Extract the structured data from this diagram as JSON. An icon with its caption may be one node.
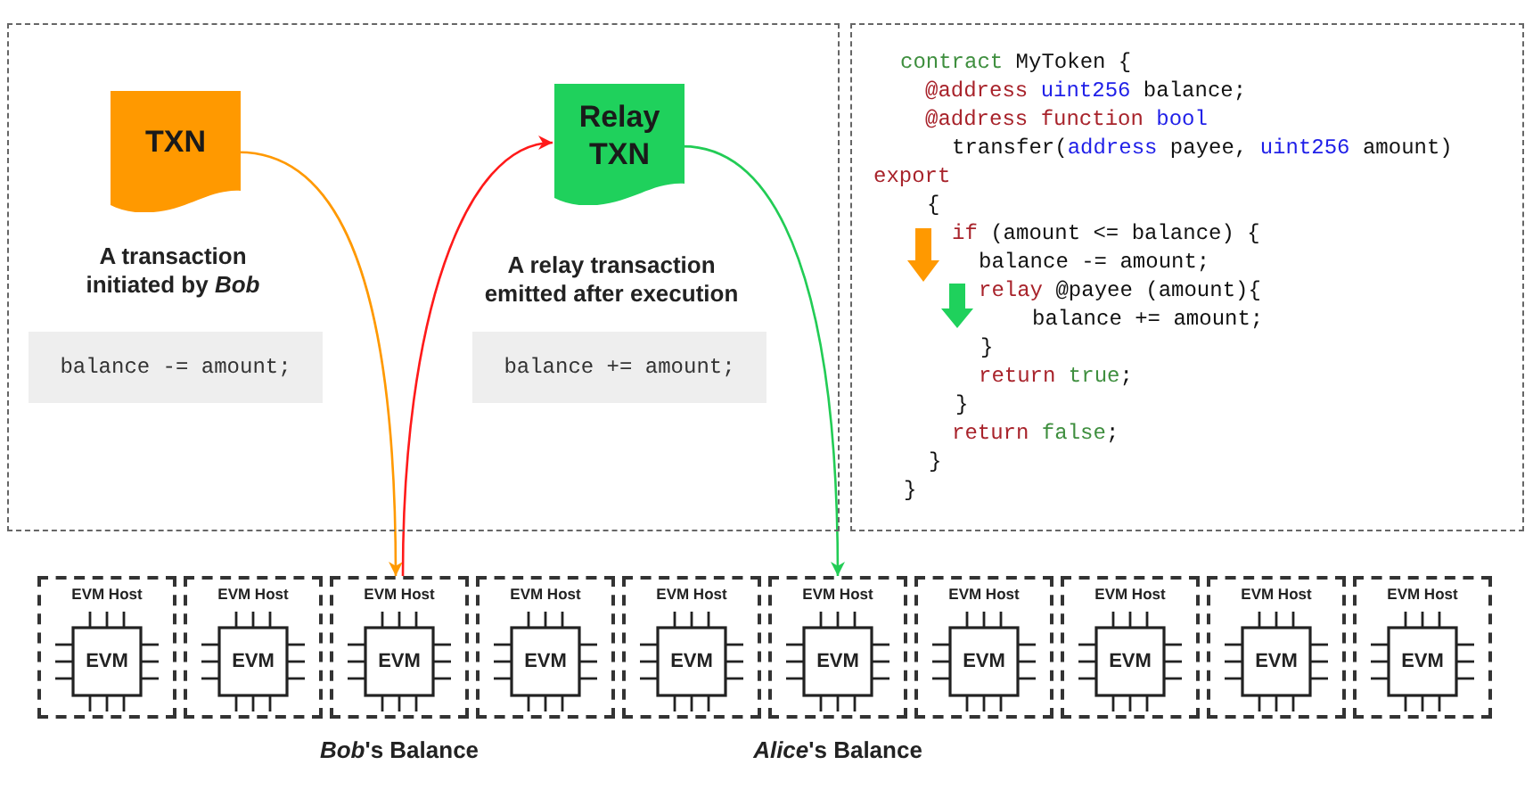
{
  "diagram": {
    "nodes": [
      {
        "text": [],
        "shape": "box"
      },
      {
        "text": [
          "TXN"
        ],
        "in": 0
      },
      {
        "text": [
          "Relay TXN"
        ],
        "in": 0
      },
      {
        "text": [
          "balance -= amount;"
        ],
        "in": 0
      },
      {
        "text": [
          "balance += amount;"
        ],
        "in": 0
      },
      {
        "text": [
          "contract MyToken {",
          "@address uint256 balance;",
          "@address function bool",
          "transfer(address payee, uint256 amount)",
          "export",
          "{",
          "if (amount <= balance) {",
          "balance -= amount;",
          "relay @payee (amount){",
          "balance += amount;",
          "}",
          "return true;",
          "}",
          "return false;",
          "}",
          "}"
        ]
      },
      {
        "text": [
          "EVM Host"
        ]
      },
      {
        "text": [
          "EVM"
        ],
        "in": 6
      },
      {
        "text": [
          "EVM Host"
        ]
      },
      {
        "text": [
          "EVM"
        ],
        "in": 8
      },
      {
        "text": [
          "EVM Host"
        ]
      },
      {
        "text": [
          "EVM"
        ],
        "in": 10
      },
      {
        "text": [
          "EVM Host"
        ]
      },
      {
        "text": [
          "EVM"
        ],
        "in": 12
      },
      {
        "text": [
          "EVM Host"
        ]
      },
      {
        "text": [
          "EVM"
        ],
        "in": 14
      },
      {
        "text": [
          "EVM Host"
        ]
      },
      {
        "text": [
          "EVM"
        ],
        "in": 16
      },
      {
        "text": [
          "EVM Host"
        ]
      },
      {
        "text": [
          "EVM"
        ],
        "in": 18
      },
      {
        "text": [
          "EVM Host"
        ]
      },
      {
        "text": [
          "EVM"
        ],
        "in": 20
      },
      {
        "text": [
          "EVM Host"
        ]
      },
      {
        "text": [
          "EVM"
        ],
        "in": 22
      },
      {
        "text": [
          "EVM Host"
        ]
      },
      {
        "text": [
          "EVM"
        ],
        "in": 24
      }
    ],
    "edges": [
      {
        "from": 1,
        "to": 10,
        "arrow": "to",
        "color": "#ff9900"
      },
      {
        "from": 10,
        "to": 2,
        "arrow": "to",
        "color": "#ff1a1a"
      },
      {
        "from": 2,
        "to": 16,
        "arrow": "to",
        "color": "#22cc55"
      }
    ],
    "labels": [
      "A transaction initiated by *Bob*",
      "A relay transaction emitted after execution",
      "*Bob*'s Balance",
      "*Alice*'s Balance"
    ]
  }
}
